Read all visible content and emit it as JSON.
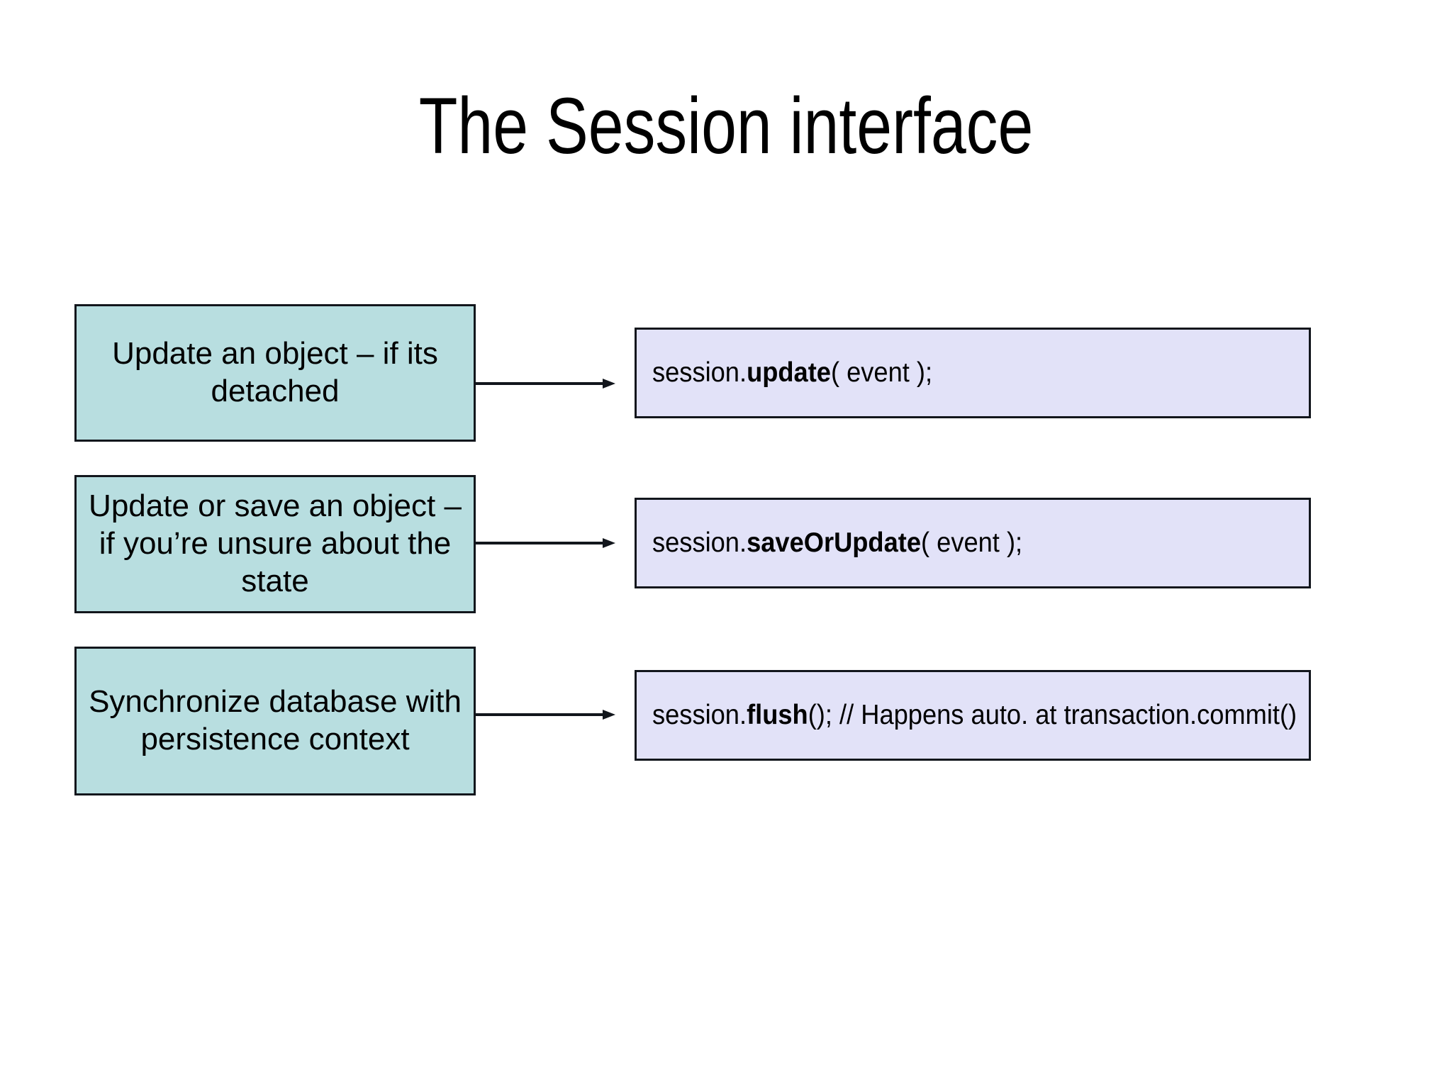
{
  "slide": {
    "title": "The Session interface",
    "background_color": "#ffffff"
  },
  "palette": {
    "concept_fill": "#b8dee0",
    "code_fill": "#e2e2f8",
    "border": "#12161c",
    "text": "#000000"
  },
  "rows": [
    {
      "concept": "Update an object – if its detached",
      "code_prefix": "session.",
      "code_method": "update",
      "code_suffix": "( event );",
      "arrow": "arrow-right-icon"
    },
    {
      "concept": "Update or save an object – if you’re unsure about the state",
      "code_prefix": "session.",
      "code_method": "saveOrUpdate",
      "code_suffix": "( event );",
      "arrow": "arrow-right-icon"
    },
    {
      "concept": "Synchronize database with persistence context",
      "code_prefix": "session.",
      "code_method": "flush",
      "code_suffix": "(); // Happens auto. at transaction.commit()",
      "arrow": "arrow-right-icon"
    }
  ]
}
